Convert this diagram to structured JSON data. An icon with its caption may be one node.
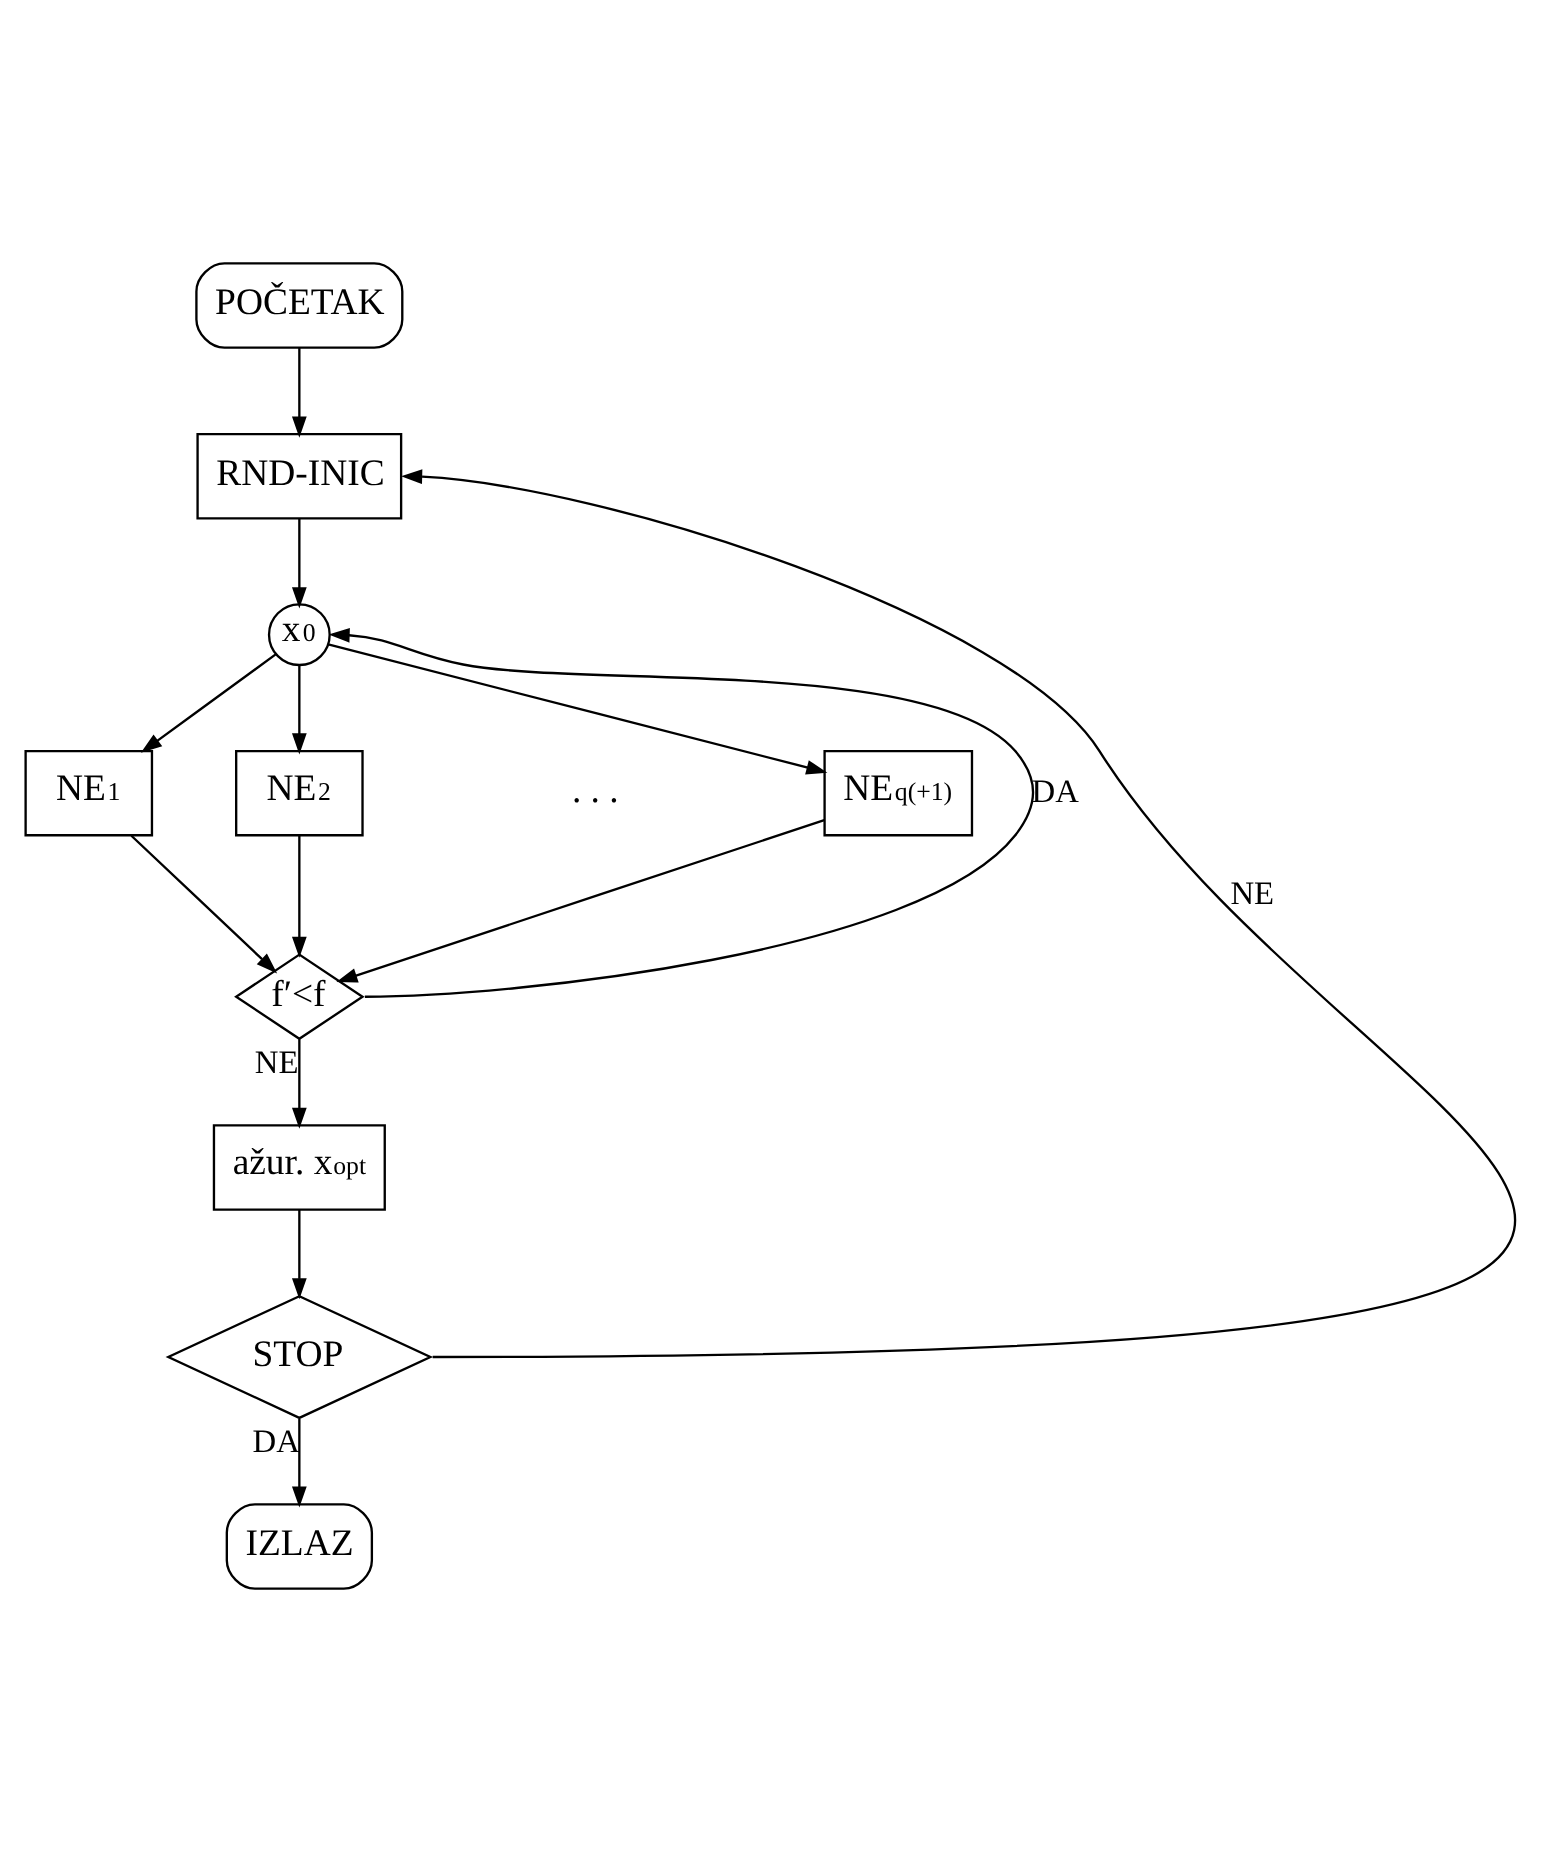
{
  "diagram": {
    "nodes": [
      {
        "text": [
          "POČETAK"
        ]
      },
      {
        "text": [
          "RND-INIC"
        ]
      },
      {
        "text": [
          "x$_{0}$"
        ]
      },
      {
        "text": [
          "NE$_{1}$"
        ]
      },
      {
        "text": [
          "NE$_{2}$"
        ]
      },
      {
        "text": [
          "NE$_{q(+1)}$"
        ]
      },
      {
        "text": [
          "f′<f"
        ]
      },
      {
        "text": [
          "ažur. x$_{opt}$"
        ]
      },
      {
        "text": [
          "STOP"
        ]
      },
      {
        "text": [
          "IZLAZ"
        ]
      }
    ],
    "edges": [
      {
        "from": 0,
        "to": 1,
        "arrow": "to"
      },
      {
        "from": 1,
        "to": 2,
        "arrow": "to"
      },
      {
        "from": 2,
        "to": 3,
        "arrow": "to"
      },
      {
        "from": 2,
        "to": 4,
        "arrow": "to"
      },
      {
        "from": 2,
        "to": 5,
        "arrow": "to"
      },
      {
        "from": 3,
        "to": 6,
        "arrow": "to"
      },
      {
        "from": 4,
        "to": 6,
        "arrow": "to"
      },
      {
        "from": 5,
        "to": 6,
        "arrow": "to"
      },
      {
        "from": 6,
        "to": 2,
        "arrow": "to",
        "label": "DA"
      },
      {
        "from": 6,
        "to": 7,
        "arrow": "to",
        "label": "NE"
      },
      {
        "from": 7,
        "to": 8,
        "arrow": "to"
      },
      {
        "from": 8,
        "to": 9,
        "arrow": "to",
        "label": "DA"
      },
      {
        "from": 8,
        "to": 1,
        "arrow": "to",
        "label": "NE"
      }
    ],
    "labels": [
      ". . ."
    ]
  }
}
